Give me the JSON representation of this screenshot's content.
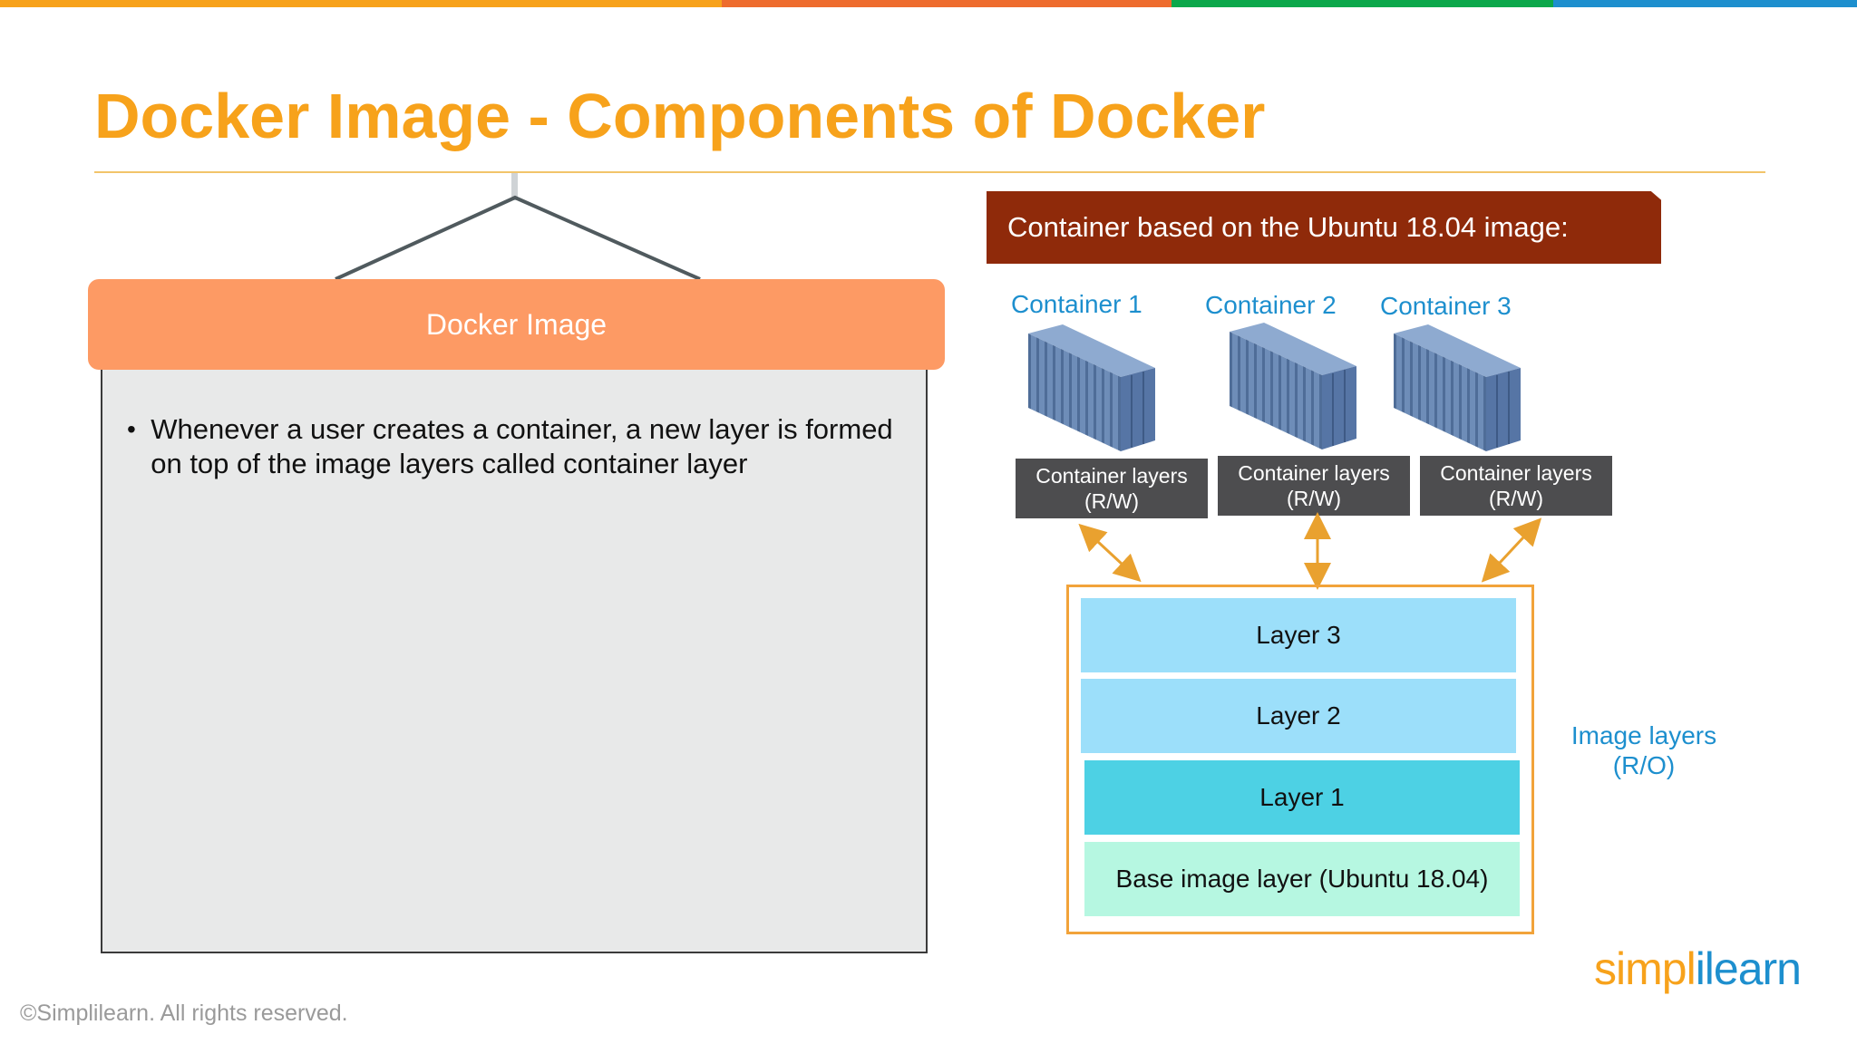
{
  "slide": {
    "title": "Docker Image - Components of Docker",
    "top_bar_colors": [
      "#f7a21b",
      "#ee6c2d",
      "#0ca84b",
      "#1d8fce"
    ]
  },
  "left_panel": {
    "header": "Docker Image",
    "bullets": [
      "Whenever a user creates a container, a new layer is formed on top of the image layers called container layer"
    ]
  },
  "diagram": {
    "banner": "Container based on the Ubuntu 18.04 image:",
    "containers": [
      {
        "title": "Container 1",
        "layer_label": "Container layers (R/W)"
      },
      {
        "title": "Container 2",
        "layer_label": "Container layers (R/W)"
      },
      {
        "title": "Container 3",
        "layer_label": "Container layers (R/W)"
      }
    ],
    "image_layers": [
      {
        "label": "Layer 3",
        "color": "#9cdffa"
      },
      {
        "label": "Layer 2",
        "color": "#9cdffa"
      },
      {
        "label": "Layer 1",
        "color": "#4dd1e4"
      },
      {
        "label": "Base image layer (Ubuntu 18.04)",
        "color": "#b6f7e1"
      }
    ],
    "image_layers_label": "Image layers (R/O)"
  },
  "footer": {
    "copyright": "©Simplilearn. All rights reserved.",
    "logo_part1": "simpl",
    "logo_part2": "ilearn"
  },
  "icons": {
    "container": "shipping-container-icon"
  }
}
